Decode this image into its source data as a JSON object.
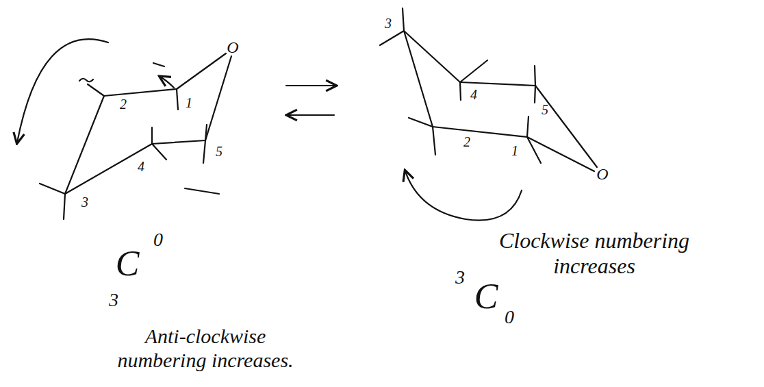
{
  "diagram": {
    "labels": [
      "2",
      "1",
      "O",
      "4",
      "5",
      "3",
      "3",
      "4",
      "5",
      "2",
      "1",
      "O",
      "0",
      "C",
      "3",
      "Anti-clockwise numbering increases.",
      "Clockwise numbering increases",
      "3",
      "C",
      "0"
    ]
  }
}
